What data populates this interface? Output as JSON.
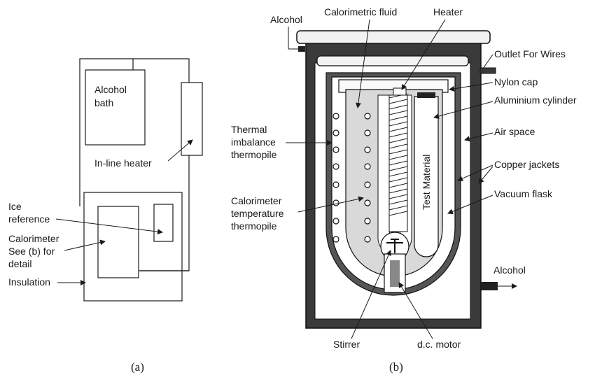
{
  "panel_a": {
    "caption": "(a)",
    "bath_line1": "Alcohol",
    "bath_line2": "bath",
    "inline_heater": "In-line heater",
    "ice_line1": "Ice",
    "ice_line2": "reference",
    "cal_line1": "Calorimeter",
    "cal_line2": "See (b) for",
    "cal_line3": "detail",
    "insulation": "Insulation"
  },
  "panel_b": {
    "caption": "(b)",
    "alcohol_in": "Alcohol",
    "calorimetric_fluid": "Calorimetric fluid",
    "heater": "Heater",
    "outlet": "Outlet For Wires",
    "nylon_cap": "Nylon cap",
    "aluminium_cylinder": "Aluminium cylinder",
    "air_space": "Air space",
    "copper_jackets": "Copper jackets",
    "vacuum_flask": "Vacuum flask",
    "alcohol_out": "Alcohol",
    "thermal_line1": "Thermal",
    "thermal_line2": "imbalance",
    "thermal_line3": "thermopile",
    "caltemp_line1": "Calorimeter",
    "caltemp_line2": "temperature",
    "caltemp_line3": "thermopile",
    "test_material": "Test Material",
    "stirrer": "Stirrer",
    "motor": "d.c. motor"
  }
}
